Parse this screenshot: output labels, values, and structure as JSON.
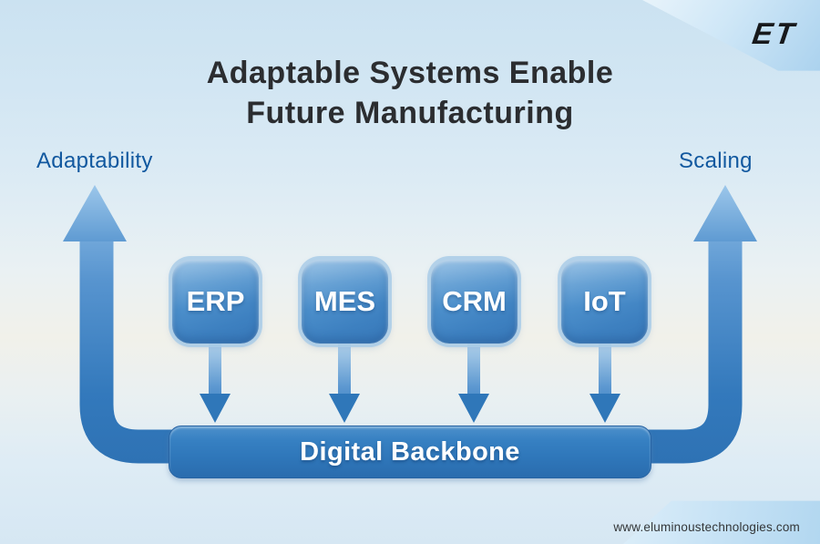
{
  "brand": {
    "logo_text": "ET",
    "website": "www.eluminoustechnologies.com"
  },
  "title": {
    "line1": "Adaptable Systems Enable",
    "line2": "Future Manufacturing"
  },
  "axes": {
    "left_label": "Adaptability",
    "right_label": "Scaling"
  },
  "systems": [
    {
      "label": "ERP"
    },
    {
      "label": "MES"
    },
    {
      "label": "CRM"
    },
    {
      "label": "IoT"
    }
  ],
  "backbone": {
    "label": "Digital Backbone"
  },
  "colors": {
    "background_top": "#cbe2f1",
    "background_horizon": "#f1f1ea",
    "primary_blue": "#2e74b6",
    "arrow_light_blue": "#90bfe7",
    "box_rim_blue": "#aacde8",
    "label_blue": "#11589f",
    "title_text": "#2b2d30",
    "logo_black": "#17191c",
    "text_white": "#ffffff"
  }
}
